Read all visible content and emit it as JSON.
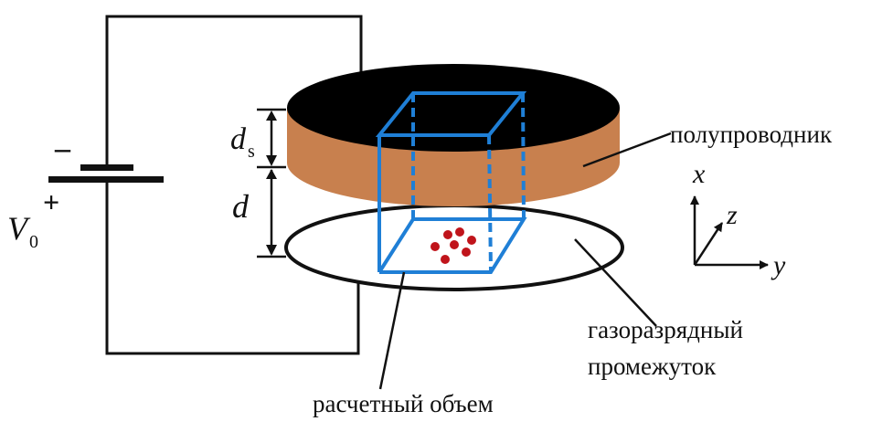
{
  "labels": {
    "semiconductor": "полупроводник",
    "gas_gap_line1": "газоразрядный",
    "gas_gap_line2": "промежуток",
    "computational_volume": "расчетный объем",
    "voltage": "V",
    "voltage_sub": "0",
    "minus": "–",
    "plus": "+",
    "ds": "d",
    "ds_sub": "s",
    "d": "d",
    "axis_x": "x",
    "axis_y": "y",
    "axis_z": "z"
  },
  "colors": {
    "semiconductor_side": "#c8804e",
    "semiconductor_top": "#000000",
    "volume_box": "#1f7fd6",
    "particles": "#c0141b",
    "wire": "#111111"
  }
}
